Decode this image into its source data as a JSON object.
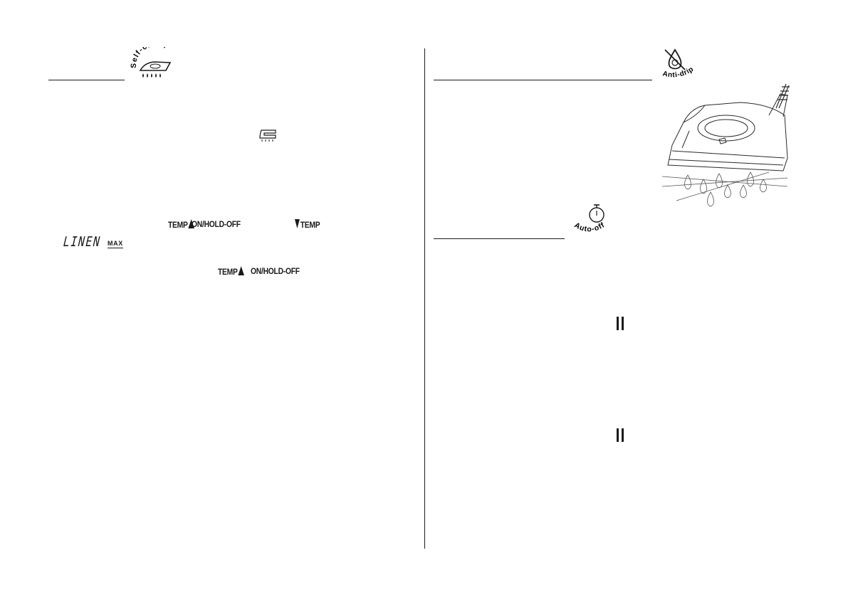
{
  "left_column": {
    "self_clean_badge": {
      "label": "Self-clean",
      "icon": "self-clean-icon"
    },
    "steam_icon": "steam-setting-icon",
    "controls_line1": {
      "temp_up_label": "TEMP",
      "on_hold_off_label": "ON/HOLD-OFF",
      "temp_down_label": "TEMP"
    },
    "lcd_display": {
      "text": "LINEN",
      "sub": "MAX"
    },
    "controls_line2": {
      "temp_up_label": "TEMP",
      "on_hold_off_label": "ON/HOLD-OFF"
    }
  },
  "right_column": {
    "anti_drip_badge": {
      "label": "Anti-drip",
      "icon": "no-drip-icon"
    },
    "iron_illustration": "steam-iron-with-drops",
    "auto_off_badge": {
      "label": "Auto-off",
      "icon": "stopwatch-icon"
    },
    "pause_icons": [
      "pause-icon",
      "pause-icon"
    ]
  }
}
